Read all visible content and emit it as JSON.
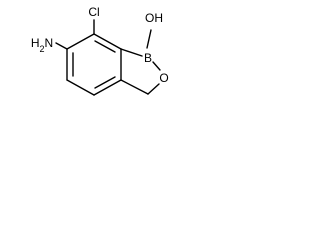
{
  "molecule": {
    "atoms": {
      "chlorine": "Cl",
      "hydroxyl": "OH",
      "amine": "H2N",
      "boron": "B",
      "ring_oxygen": "O"
    }
  }
}
